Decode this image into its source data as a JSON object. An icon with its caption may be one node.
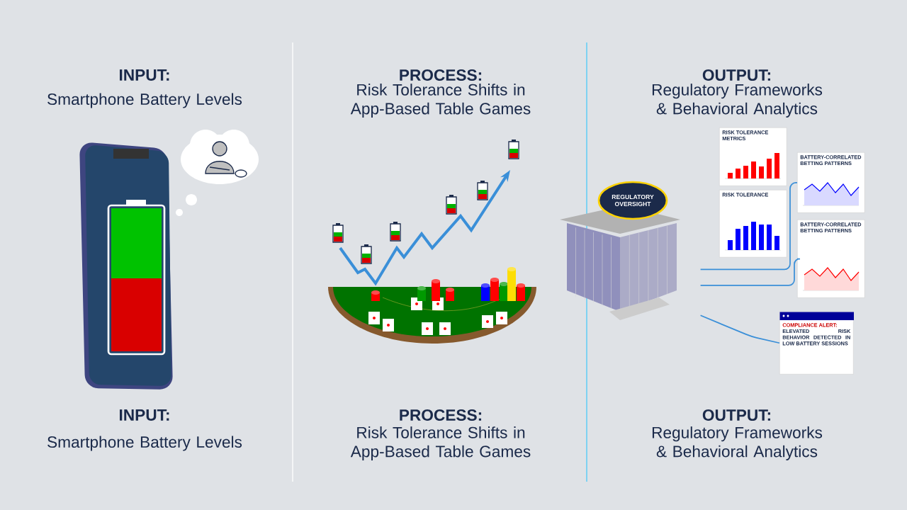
{
  "diagram": {
    "nodes": [
      {
        "text": [],
        "shape": "picture"
      },
      {
        "text": [
          "RISK TOLERANCE METRICS"
        ]
      },
      {
        "text": [
          "BATTERY-CORRELATED BETTING PATTERNS"
        ]
      },
      {
        "text": [
          "RISK TOLERANCE"
        ]
      },
      {
        "text": [
          "BATTERY-CORRELATED BETTING PATTERNS"
        ]
      },
      {
        "text": [
          "COMPLIANCE ALERT:",
          "ELEVATED RISK BEHAVIOR DETECTED IN LOW BATTERY SESSIONS"
        ]
      }
    ],
    "edges": [
      {
        "from": 0,
        "to": 2,
        "arrow": "none"
      },
      {
        "from": 0,
        "to": 4,
        "arrow": "none"
      },
      {
        "from": 0,
        "to": 5,
        "arrow": "none"
      }
    ],
    "labels": [
      "INPUT:",
      "Smartphone Battery Levels",
      "PROCESS:",
      "Risk Tolerance Shifts in App-Based Table Games",
      "OUTPUT:",
      "Regulatory Frameworks & Behavioral Analytics",
      "REGULATORY OVERSIGHT",
      "INPUT:",
      "Smartphone Battery Levels",
      "PROCESS:",
      "Risk Tolerance Shifts in App-Based Table Games",
      "OUTPUT:",
      "Regulatory Frameworks & Behavioral Analytics"
    ]
  }
}
